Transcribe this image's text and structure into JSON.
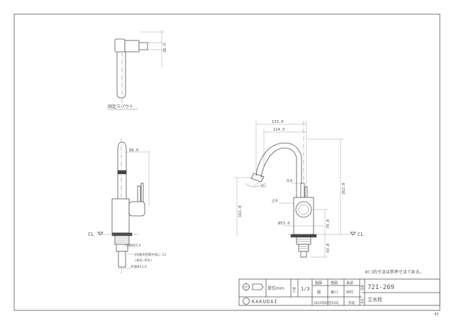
{
  "views": {
    "top": {
      "caption": "固定スパウト",
      "dim_height": "26.5"
    },
    "side": {
      "dim_reach": "88.0",
      "cl": "CL",
      "note_hole": "穴径Ø25.0",
      "note_thread": "JIS給水栓取付ねじ 13",
      "note_thread_dia": "(Ø20.955)",
      "note_pipe": "外径Ø13.0"
    },
    "front": {
      "dim_total_reach": "133.0",
      "dim_inner_reach": "124.5",
      "dim_total_height": "262.0",
      "dim_spout_height": "161.0",
      "angle": "45°",
      "label_handle": "吐水",
      "label_stop": "止水",
      "dim_base": "Ø53.0",
      "dim_lever": "79.0",
      "dim_shank": "43.0",
      "cl": "CL"
    }
  },
  "note": "※( )内寸法は参考寸法である。",
  "title_block": {
    "unit_label": "単位mm",
    "scale_label": "尺度",
    "scale_value": "1/3",
    "header_drawn": "製図",
    "header_checked": "検図",
    "header_approved": "承認",
    "sign_drawn": "園",
    "sign_checked": "東川",
    "sign_approved": "田村",
    "part_number_label": "品番",
    "part_number": "721-269",
    "name_label": "品名",
    "product_name": "立水栓",
    "brand": "KAKUDAI",
    "date": "2024年05月16日",
    "date_suffix": "作成"
  },
  "page_number": "43"
}
